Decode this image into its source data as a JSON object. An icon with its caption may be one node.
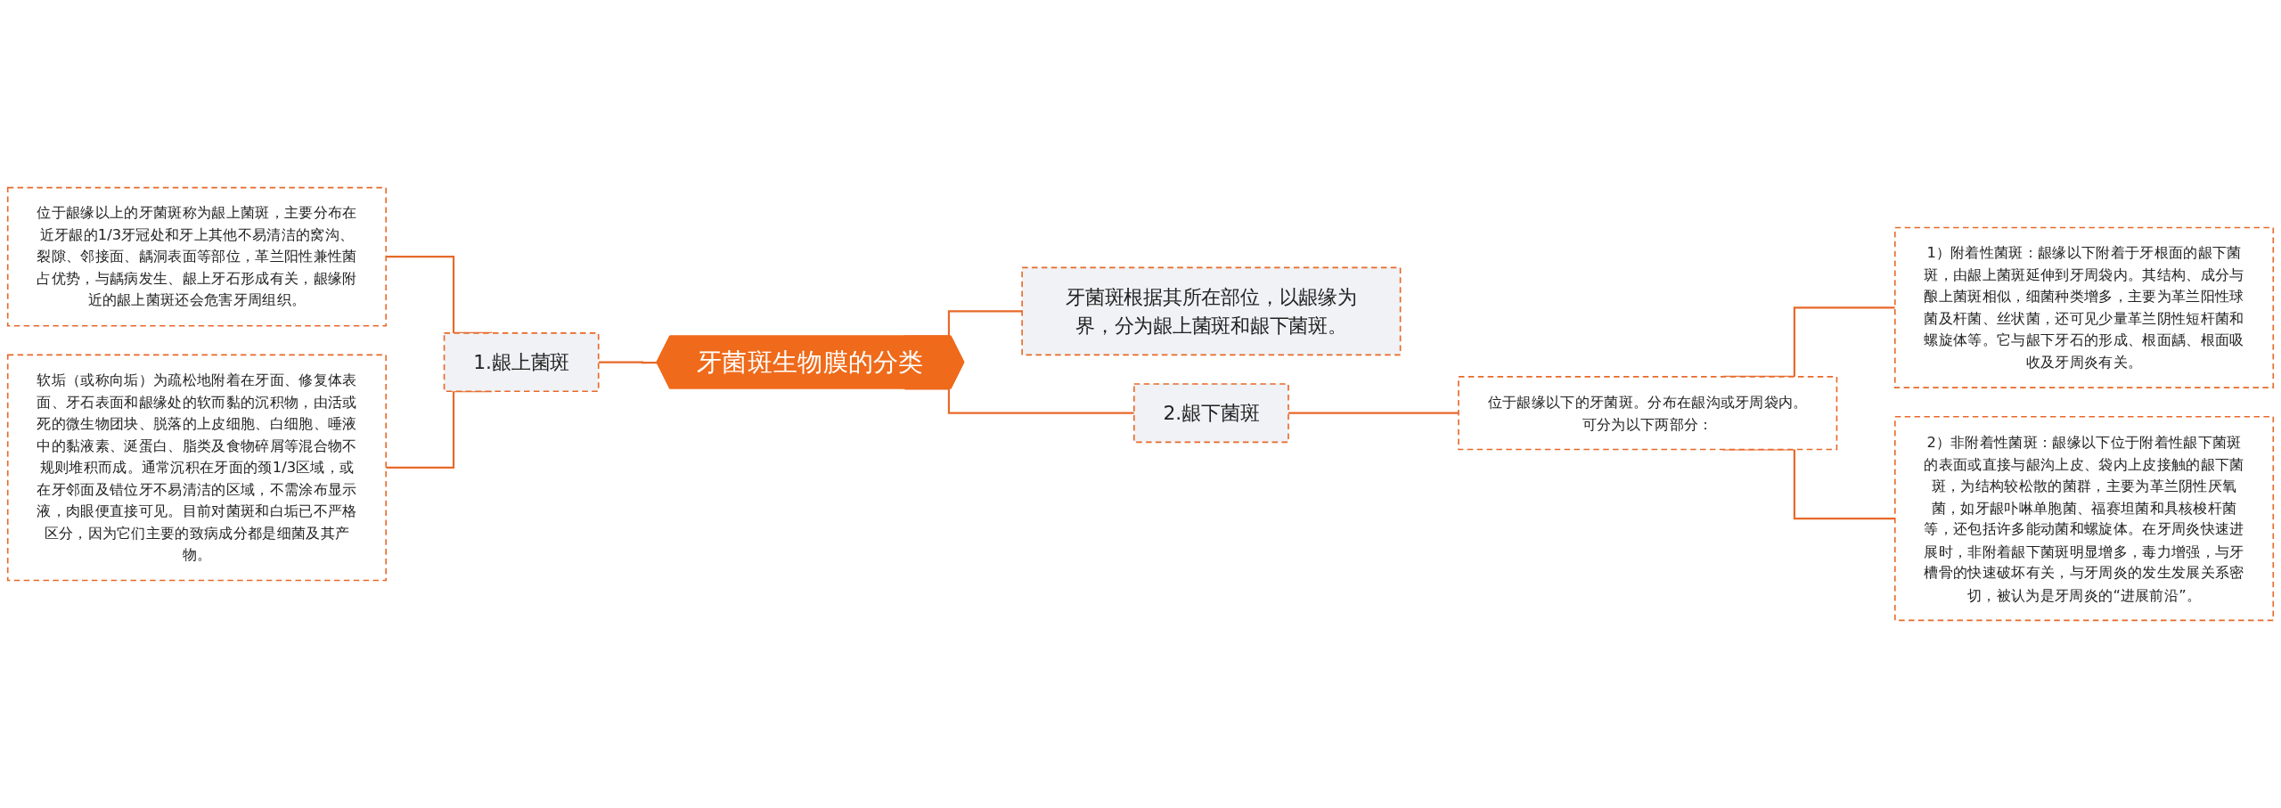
{
  "diagram": {
    "nodes": [
      {
        "text": [
          "牙菌斑生物膜的分类"
        ]
      },
      {
        "text": [
          "1.龈上菌斑"
        ]
      },
      {
        "text": [
          "位于龈缘以上的牙菌斑称为龈上菌斑，主要分布在近牙龈的1/3牙冠处和牙上其他不易清洁的窝沟、裂隙、邻接面、龋洞表面等部位，革兰阳性兼性菌占优势，与龋病发生、龈上牙石形成有关，龈缘附近的龈上菌斑还会危害牙周组织。"
        ]
      },
      {
        "text": [
          "软垢（或称向垢）为疏松地附着在牙面、修复体表面、牙石表面和龈缘处的软而黏的沉积物，由活或死的微生物团块、脱落的上皮细胞、白细胞、唾液中的黏液素、涎蛋白、脂类及食物碎屑等混合物不规则堆积而成。通常沉积在牙面的颈1/3区域，或在牙邻面及错位牙不易清洁的区域，不需涂布显示液，肉眼便直接可见。目前对菌斑和白垢已不严格区分，因为它们主要的致病成分都是细菌及其产物。"
        ]
      },
      {
        "text": [
          "牙菌斑根据其所在部位，以龈缘为界，分为龈上菌斑和龈下菌斑。"
        ]
      },
      {
        "text": [
          "2.龈下菌斑"
        ]
      },
      {
        "text": [
          "位于龈缘以下的牙菌斑。分布在龈沟或牙周袋内。可分为以下两部分："
        ]
      },
      {
        "text": [
          "1）附着性菌斑：龈缘以下附着于牙根面的龈下菌斑，由龈上菌斑延伸到牙周袋内。其结构、成分与酿上菌斑相似，细菌种类增多，主要为革兰阳性球菌及杆菌、丝状菌，还可见少量革兰阴性短杆菌和螺旋体等。它与龈下牙石的形成、根面龋、根面吸收及牙周炎有关。"
        ]
      },
      {
        "text": [
          "2）非附着性菌斑：龈缘以下位于附着性龈下菌斑的表面或直接与龈沟上皮、袋内上皮接触的龈下菌斑，为结构较松散的菌群，主要为革兰阴性厌氧菌，如牙龈卟啉单胞菌、福赛坦菌和具核梭杆菌等，还包括许多能动菌和螺旋体。在牙周炎快速进展时，非附着龈下菌斑明显增多，毒力增强，与牙槽骨的快速破坏有关，与牙周炎的发生发展关系密切，被认为是牙周炎的“进展前沿”。"
        ]
      }
    ],
    "edges": [
      {
        "from": 2,
        "to": 1,
        "arrow": "none"
      },
      {
        "from": 3,
        "to": 1,
        "arrow": "none"
      },
      {
        "from": 1,
        "to": 0,
        "arrow": "none"
      },
      {
        "from": 0,
        "to": 4,
        "arrow": "none"
      },
      {
        "from": 0,
        "to": 5,
        "arrow": "none"
      },
      {
        "from": 5,
        "to": 6,
        "arrow": "none"
      },
      {
        "from": 6,
        "to": 7,
        "arrow": "none"
      },
      {
        "from": 6,
        "to": 8,
        "arrow": "none"
      }
    ]
  }
}
